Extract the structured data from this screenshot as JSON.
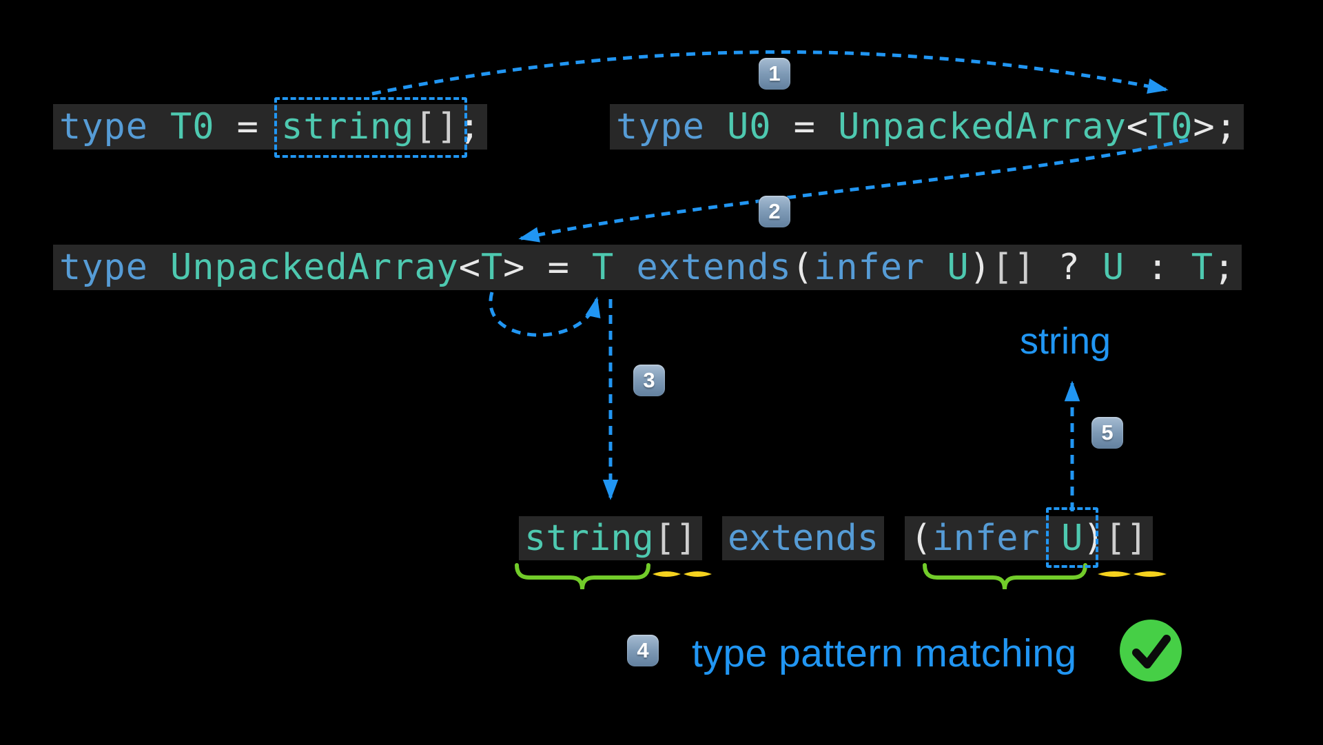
{
  "colors": {
    "background": "#000000",
    "code_bar_background": "#282828",
    "keyword_blue": "#569CD6",
    "type_teal": "#4EC9B0",
    "punctuation_white": "#E8E8E8",
    "bracket_gray": "#CFCFCF",
    "arrow_dashed_blue": "#2196F3",
    "label_blue": "#2196F3",
    "underbrace_green": "#72CC2A",
    "spark_yellow": "#F5D21E",
    "check_circle_green": "#46CF46",
    "check_mark_dark": "#0B0B0B",
    "badge_gradient_top": "#A6BCD2",
    "badge_gradient_bottom": "#62809F"
  },
  "code": {
    "decl_t0": {
      "tokens": [
        {
          "text": "type ",
          "style": "keyword"
        },
        {
          "text": "T0",
          "style": "type"
        },
        {
          "text": " = ",
          "style": "punct"
        },
        {
          "text": "string",
          "style": "type"
        },
        {
          "text": "[]",
          "style": "bracket"
        },
        {
          "text": ";",
          "style": "punct"
        }
      ]
    },
    "decl_u0": {
      "tokens": [
        {
          "text": "type ",
          "style": "keyword"
        },
        {
          "text": "U0",
          "style": "type"
        },
        {
          "text": " = ",
          "style": "punct"
        },
        {
          "text": "UnpackedArray",
          "style": "type"
        },
        {
          "text": "<",
          "style": "punct"
        },
        {
          "text": "T0",
          "style": "type"
        },
        {
          "text": ">;",
          "style": "punct"
        }
      ]
    },
    "unpacked_array_def": {
      "tokens": [
        {
          "text": "type ",
          "style": "keyword"
        },
        {
          "text": "UnpackedArray",
          "style": "type"
        },
        {
          "text": "<",
          "style": "punct"
        },
        {
          "text": "T",
          "style": "type"
        },
        {
          "text": "> = ",
          "style": "punct"
        },
        {
          "text": "T",
          "style": "type"
        },
        {
          "text": " ",
          "style": "punct"
        },
        {
          "text": "extends",
          "style": "keyword"
        },
        {
          "text": "(",
          "style": "punct"
        },
        {
          "text": "infer",
          "style": "keyword"
        },
        {
          "text": " ",
          "style": "punct"
        },
        {
          "text": "U",
          "style": "type"
        },
        {
          "text": ")",
          "style": "punct"
        },
        {
          "text": "[]",
          "style": "bracket"
        },
        {
          "text": " ? ",
          "style": "punct"
        },
        {
          "text": "U",
          "style": "type"
        },
        {
          "text": " : ",
          "style": "punct"
        },
        {
          "text": "T",
          "style": "type"
        },
        {
          "text": ";",
          "style": "punct"
        }
      ]
    },
    "match_operand": {
      "tokens": [
        {
          "text": "string",
          "style": "type"
        },
        {
          "text": "[]",
          "style": "bracket"
        }
      ]
    },
    "match_extends": {
      "tokens": [
        {
          "text": "extends",
          "style": "keyword"
        }
      ]
    },
    "match_pattern": {
      "tokens": [
        {
          "text": "(",
          "style": "punct"
        },
        {
          "text": "infer",
          "style": "keyword"
        },
        {
          "text": " ",
          "style": "punct"
        },
        {
          "text": "U",
          "style": "type"
        },
        {
          "text": ")",
          "style": "punct"
        },
        {
          "text": "[]",
          "style": "bracket"
        }
      ]
    }
  },
  "badges": {
    "step1": "1",
    "step2": "2",
    "step3": "3",
    "step4": "4",
    "step5": "5"
  },
  "labels": {
    "inferred_type": "string",
    "caption": "type pattern matching"
  },
  "icons": {
    "check": "check-in-green-circle",
    "arrows": "dashed-blue-arrows",
    "badge_style": "keycap-number"
  }
}
